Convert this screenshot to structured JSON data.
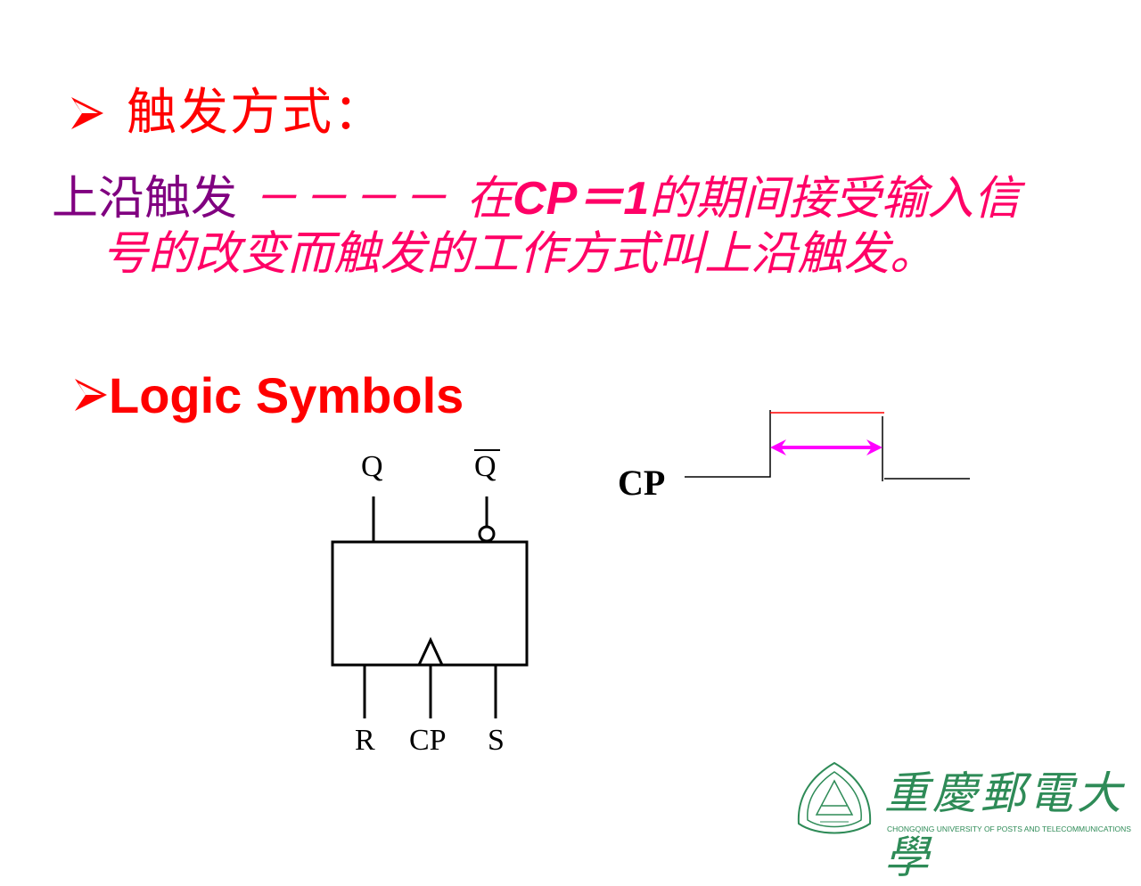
{
  "slide": {
    "heading1": {
      "bullet": "arrow-bullet",
      "text": "触发方式：",
      "color": "#ff0000"
    },
    "paragraph": {
      "term": "上沿触发",
      "term_color": "#800080",
      "dashes": "－－－－",
      "def_prefix": "在",
      "def_cp": "CP＝1",
      "def_suffix": "的期间接受输入信",
      "line2": "号的改变而触发的工作方式叫上沿触发。",
      "def_color": "#ff0066"
    },
    "heading2": {
      "bullet": "arrow-bullet",
      "text": "Logic Symbols",
      "color": "#ff0000"
    },
    "flipflop": {
      "output_q": "Q",
      "output_qbar": "Q",
      "input_r": "R",
      "input_cp": "CP",
      "input_s": "S"
    },
    "timing": {
      "signal_label": "CP",
      "arrow_color": "#ff00ff",
      "high_line_color": "#ff0000"
    },
    "footer": {
      "university_cn": "重慶郵電大學",
      "university_en": "CHONGQING UNIVERSITY OF POSTS AND TELECOMMUNICATIONS",
      "logo_color": "#2e8b57"
    }
  }
}
